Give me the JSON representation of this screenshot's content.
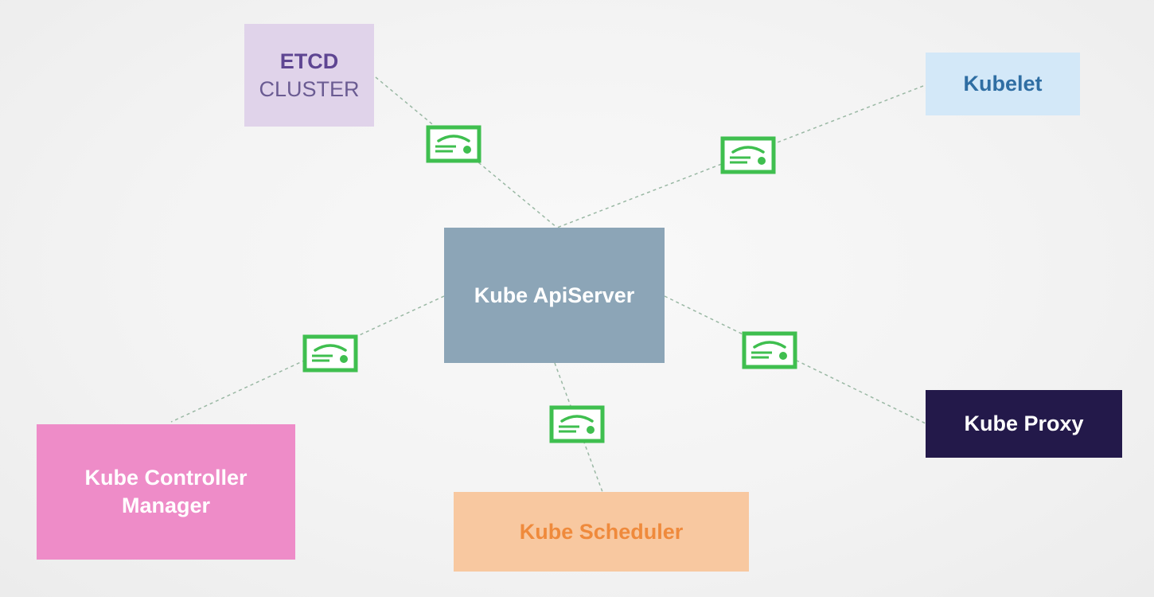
{
  "nodes": {
    "etcd": {
      "line1": "ETCD",
      "line2": "CLUSTER"
    },
    "kubelet": {
      "label": "Kubelet"
    },
    "apiserver": {
      "label": "Kube ApiServer"
    },
    "proxy": {
      "label": "Kube Proxy"
    },
    "controller": {
      "line1": "Kube Controller",
      "line2": "Manager"
    },
    "scheduler": {
      "label": "Kube Scheduler"
    }
  },
  "colors": {
    "certificate": "#3fbf4f",
    "connector": "#9ab8a4",
    "apiserver": "#8ca5b7",
    "etcd": "#e0d3ea",
    "kubelet": "#d3e8f8",
    "proxy": "#23194a",
    "controller": "#ee8cc8",
    "scheduler": "#f8c8a0"
  },
  "icons": {
    "certificate": "certificate-icon"
  }
}
